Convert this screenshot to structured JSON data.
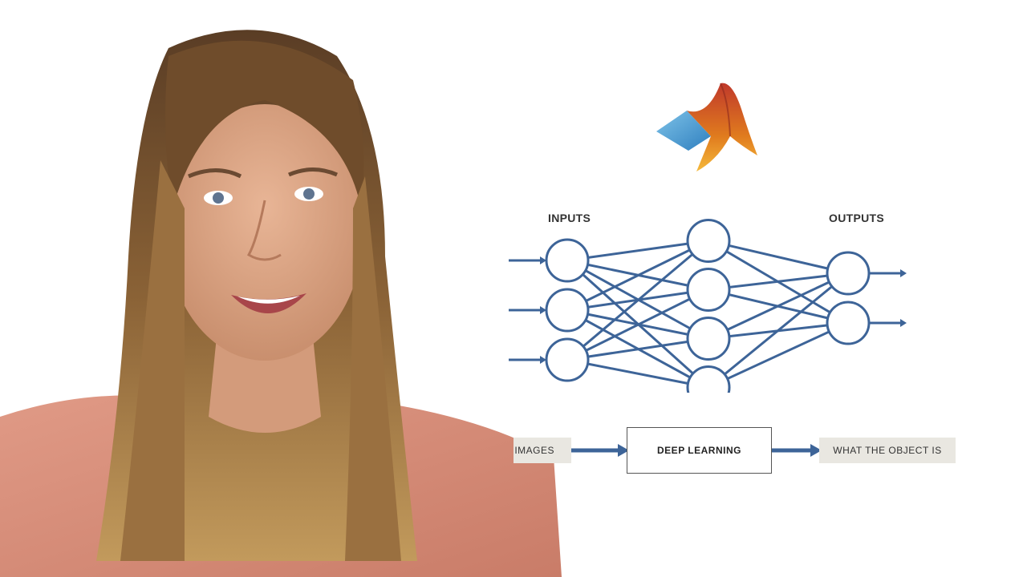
{
  "presenter": {
    "description_icon": "presenter-person"
  },
  "logo": {
    "icon": "matlab-membrane-logo"
  },
  "network": {
    "inputs_label": "INPUTS",
    "outputs_label": "OUTPUTS",
    "layers": [
      3,
      4,
      2
    ],
    "color": "#3d6498"
  },
  "flow": {
    "input_label": "IMAGES",
    "process_label": "DEEP LEARNING",
    "output_label": "WHAT THE OBJECT IS",
    "arrow_color": "#3d6498"
  }
}
